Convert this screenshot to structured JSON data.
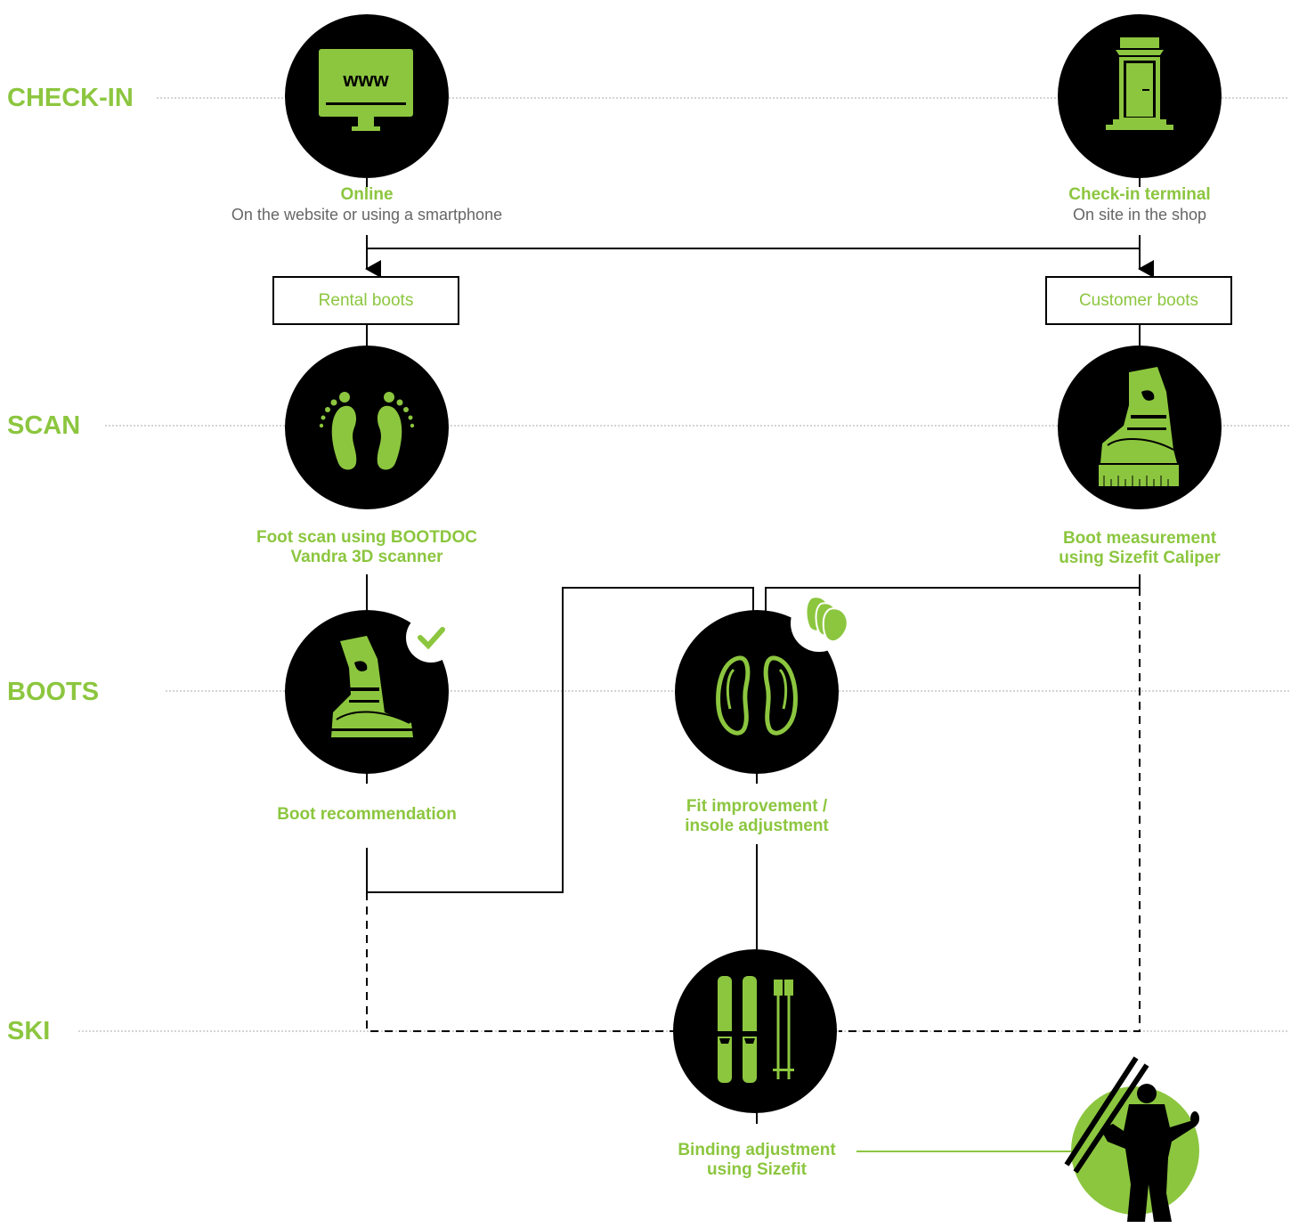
{
  "colors": {
    "accent": "#8cc63f",
    "circle": "#000000",
    "line": "#000000",
    "dotted": "#bbbbbb",
    "subtext": "#666666"
  },
  "stages": [
    {
      "id": "checkin",
      "label": "CHECK-IN"
    },
    {
      "id": "scan",
      "label": "SCAN"
    },
    {
      "id": "boots",
      "label": "BOOTS"
    },
    {
      "id": "ski",
      "label": "SKI"
    }
  ],
  "nodes": {
    "online": {
      "icon": "monitor-www-icon",
      "screen_text": "www",
      "title": "Online",
      "subtitle": "On the website or using a smartphone"
    },
    "terminal": {
      "icon": "check-in-terminal-icon",
      "title": "Check-in terminal",
      "subtitle": "On site in the shop"
    },
    "rental_boots": {
      "label": "Rental boots"
    },
    "customer_boots": {
      "label": "Customer boots"
    },
    "foot_scan": {
      "icon": "footprints-icon",
      "title_line1": "Foot scan using BOOTDOC",
      "title_line2": "Vandra 3D scanner"
    },
    "boot_measure": {
      "icon": "ski-boot-caliper-icon",
      "title_line1": "Boot measurement",
      "title_line2": "using Sizefit Caliper"
    },
    "boot_reco": {
      "icon": "ski-boot-icon",
      "badge": "checkmark-badge-icon",
      "title": "Boot recommendation"
    },
    "fit_improve": {
      "icon": "insoles-icon",
      "badge": "insole-stack-badge-icon",
      "title_line1": "Fit improvement /",
      "title_line2": "insole adjustment"
    },
    "binding": {
      "icon": "skis-and-poles-icon",
      "title_line1": "Binding adjustment",
      "title_line2": "using Sizefit"
    },
    "skier": {
      "icon": "skier-silhouette-icon"
    }
  }
}
